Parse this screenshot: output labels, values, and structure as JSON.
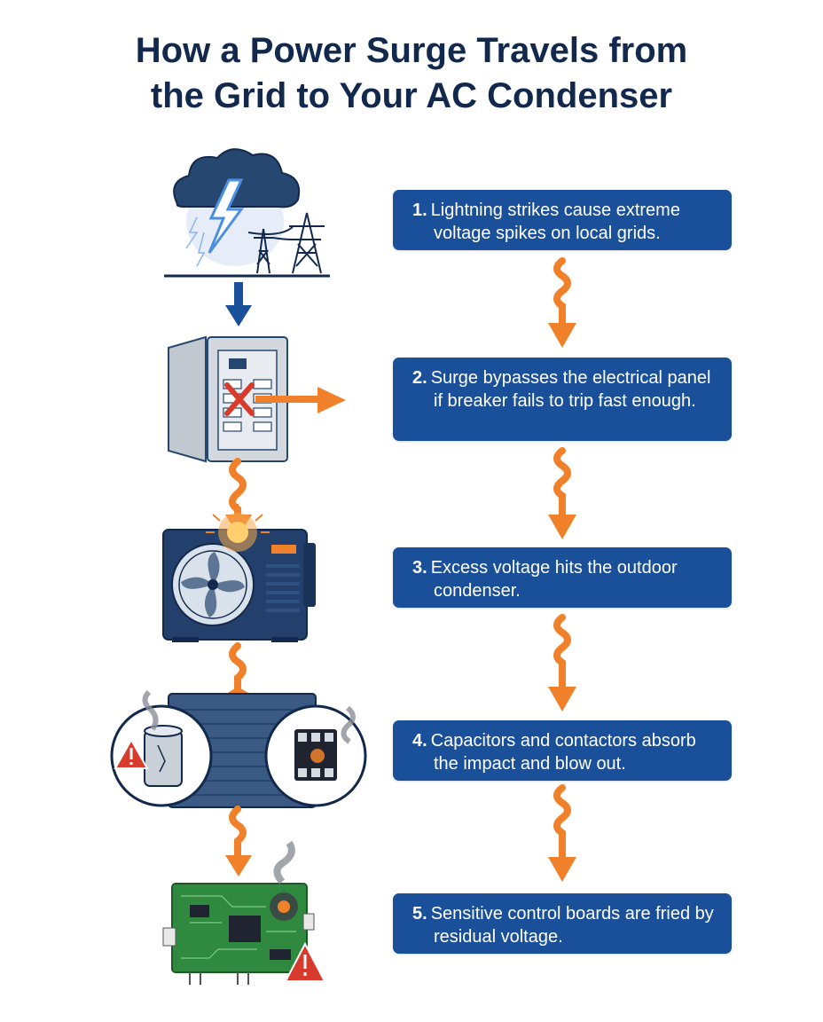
{
  "title": {
    "line1": "How a Power Surge Travels from",
    "line2": "the Grid to Your AC Condenser"
  },
  "steps": [
    {
      "number": "1.",
      "text": "Lightning strikes cause extreme voltage spikes on local grids.",
      "icon": "lightning-storm-icon"
    },
    {
      "number": "2.",
      "text": "Surge bypasses the electrical panel if breaker fails to trip fast enough.",
      "icon": "electrical-panel-icon"
    },
    {
      "number": "3.",
      "text": "Excess voltage hits the outdoor condenser.",
      "icon": "ac-condenser-icon"
    },
    {
      "number": "4.",
      "text": "Capacitors and contactors absorb the impact and blow out.",
      "icon": "capacitor-contactor-icon"
    },
    {
      "number": "5.",
      "text": "Sensitive control boards are fried by residual voltage.",
      "icon": "control-board-icon"
    }
  ],
  "colors": {
    "title": "#12294d",
    "step_box": "#1a4f9a",
    "surge_arrow": "#f0812a",
    "flow_arrow": "#1a4f9a",
    "warning": "#d83a2c"
  }
}
